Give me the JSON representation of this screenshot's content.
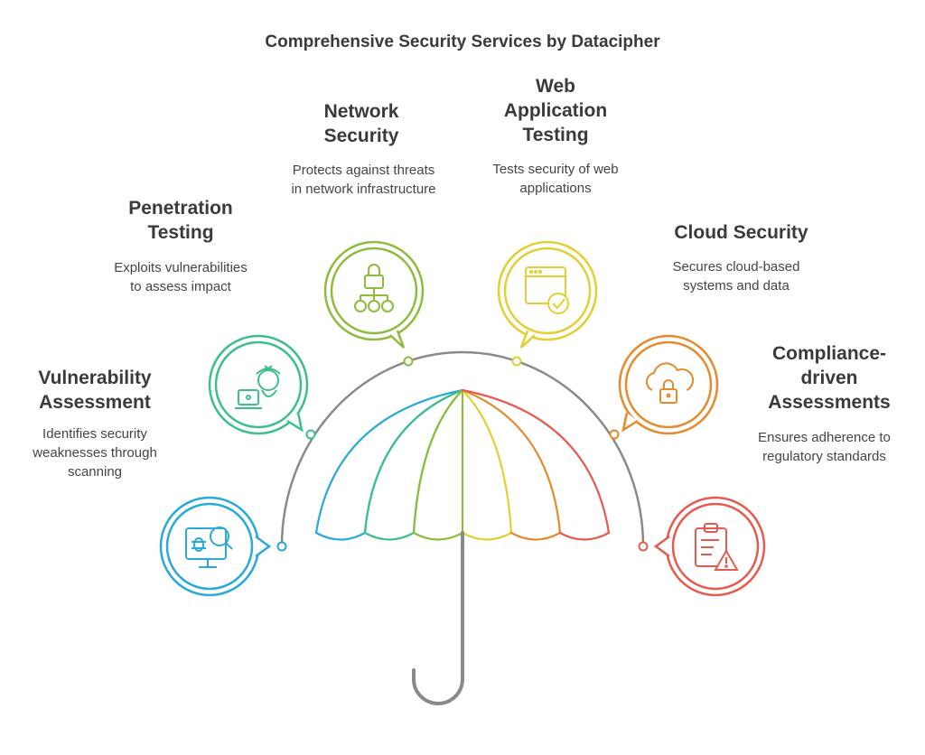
{
  "title": "Comprehensive Security Services by Datacipher",
  "services": [
    {
      "id": "vulnerability",
      "title": "Vulnerability Assessment",
      "description": "Identifies security weaknesses through scanning",
      "color": "#29a8dc",
      "icon": "computer-bug-search-icon"
    },
    {
      "id": "penetration",
      "title": "Penetration Testing",
      "description": "Exploits vulnerabilities to assess impact",
      "color": "#3dbf8a",
      "icon": "hacker-laptop-icon"
    },
    {
      "id": "network",
      "title": "Network Security",
      "description": "Protects against threats in network infrastructure",
      "color": "#8fbc3c",
      "icon": "network-lock-icon"
    },
    {
      "id": "webapp",
      "title": "Web Application Testing",
      "description": "Tests security of web applications",
      "color": "#e3cf32",
      "icon": "browser-check-icon"
    },
    {
      "id": "cloud",
      "title": "Cloud Security",
      "description": "Secures cloud-based systems and data",
      "color": "#e68a2e",
      "icon": "cloud-lock-icon"
    },
    {
      "id": "compliance",
      "title": "Compliance-driven Assessments",
      "description": "Ensures adherence to regulatory standards",
      "color": "#e55b4f",
      "icon": "clipboard-warning-icon"
    }
  ]
}
